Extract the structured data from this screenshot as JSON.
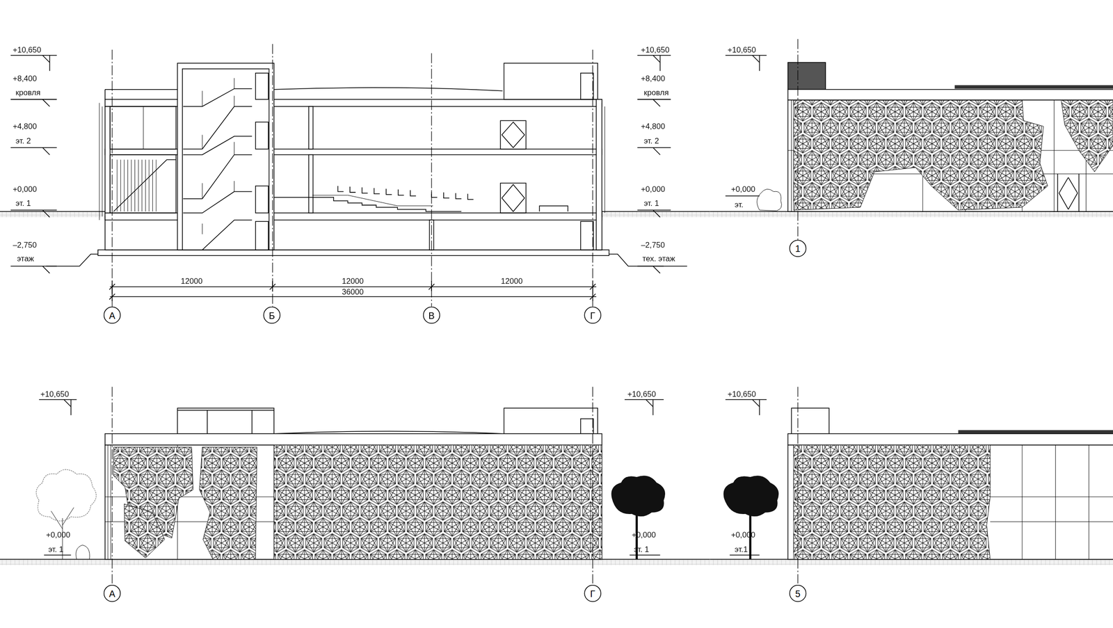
{
  "diagram": {
    "nodes": [
      {
        "text": [
          "А"
        ]
      },
      {
        "text": [
          "Б"
        ]
      },
      {
        "text": [
          "В"
        ]
      },
      {
        "text": [
          "Г"
        ]
      },
      {
        "text": [
          "1"
        ]
      },
      {
        "text": [
          "А"
        ]
      },
      {
        "text": [
          "Г"
        ]
      },
      {
        "text": [
          "5"
        ]
      }
    ],
    "labels": [
      "+10,650",
      "+8,400",
      "кровля",
      "+4,800",
      "эт. 2",
      "+0,000",
      "эт. 1",
      "–2,750",
      "этаж",
      "+10,650",
      "+8,400",
      "кровля",
      "+4,800",
      "эт. 2",
      "+0,000",
      "эт. 1",
      "–2,750",
      "тех. этаж",
      "12000",
      "12000",
      "12000",
      "36000",
      "+10,650",
      "+0,000",
      "эт.",
      "+10,650",
      "+10,650",
      "+0,000",
      "эт. 1",
      "+0,000",
      "эт. 1",
      "+10,650",
      "+0,000",
      "эт.1"
    ]
  }
}
